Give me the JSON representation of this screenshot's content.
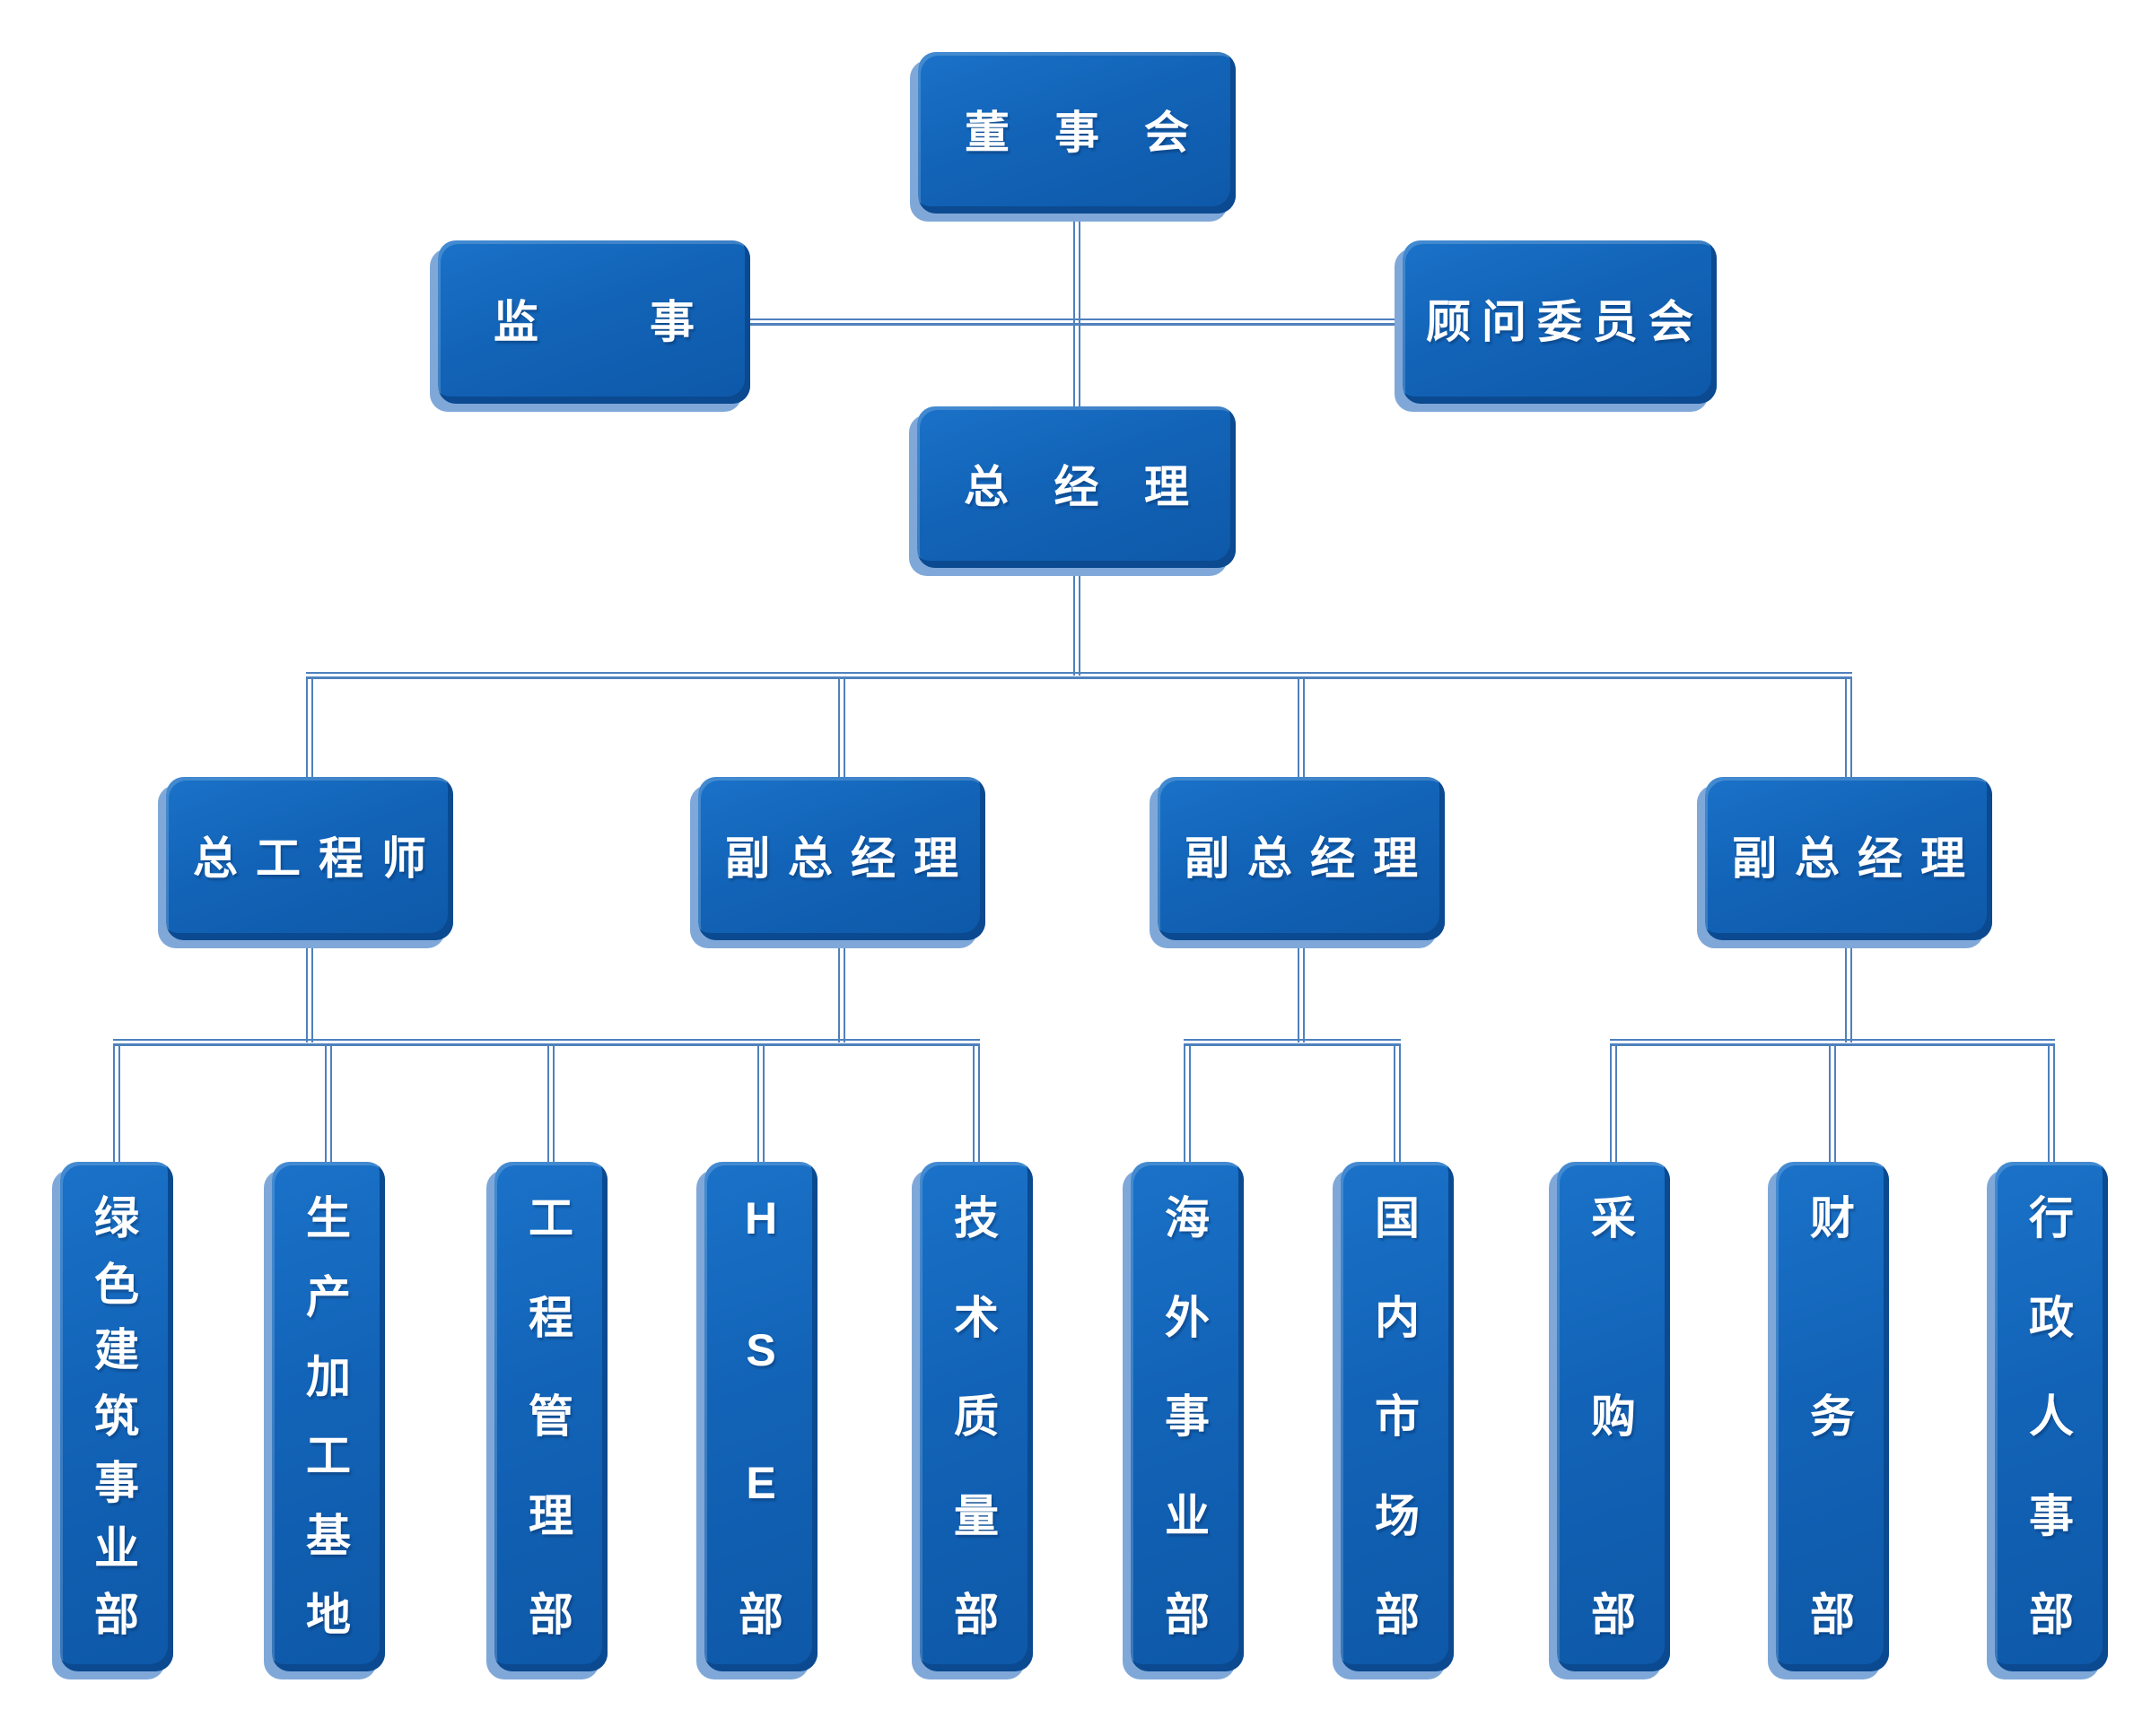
{
  "org": {
    "board": "董事会",
    "supervisor": "监事",
    "advisory_committee": "顾问委员会",
    "general_manager": "总经理",
    "executives": [
      "总工程师",
      "副总经理",
      "副总经理",
      "副总经理"
    ],
    "departments": [
      "绿色建筑事业部",
      "生产加工基地",
      "工程管理部",
      "HSE部",
      "技术质量部",
      "海外事业部",
      "国内市场部",
      "采购部",
      "财务部",
      "行政人事部"
    ],
    "hierarchy": {
      "board_reports": [
        "监事",
        "顾问委员会"
      ],
      "board_child": "总经理",
      "general_manager_children": [
        "总工程师",
        "副总经理",
        "副总经理",
        "副总经理"
      ],
      "chief_engineer_and_deputy_gm_1_children": [
        "绿色建筑事业部",
        "生产加工基地",
        "工程管理部",
        "HSE部",
        "技术质量部"
      ],
      "deputy_gm_2_children": [
        "海外事业部",
        "国内市场部"
      ],
      "deputy_gm_3_children": [
        "采购部",
        "财务部",
        "行政人事部"
      ]
    },
    "colors": {
      "background": "#ffffff",
      "box_face": "#1263b7",
      "box_face_light": "#1a72c8",
      "box_bevel_dark": "#0b4a90",
      "box_slab_light": "#7fa8d9",
      "connector": "#4f81bd",
      "text": "#ffffff"
    }
  }
}
